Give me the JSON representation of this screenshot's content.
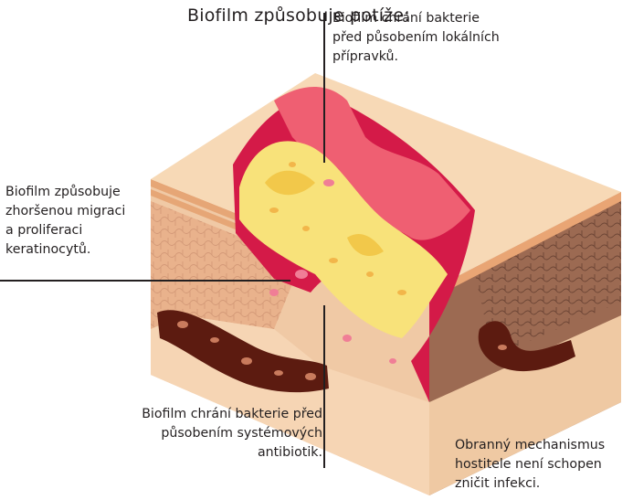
{
  "title": "Biofilm způsobuje potíže:",
  "captions": {
    "top": "Biofilm chrání bakterie\npřed působením lokálních\npřípravků.",
    "left": "Biofilm způsobuje\nzhoršenou migraci\na proliferaci\nkeratinocytů.",
    "bottom": "Biofilm chrání bakterie před\npůsobením systémových\nantibiotik.",
    "right": "Obranný mechanismus\nhostitele není schopen\nzničit infekci."
  },
  "colors": {
    "skin_top": "#f7d9b6",
    "skin_side": "#f0c4a0",
    "tissue_left": "#e9b28c",
    "tissue_right": "#8c6049",
    "wound_pink": "#ef5f72",
    "wound_red": "#d41a48",
    "biofilm_yellow": "#f8e27a",
    "vessel_brown": "#5c1b10",
    "line": "#231f20"
  }
}
